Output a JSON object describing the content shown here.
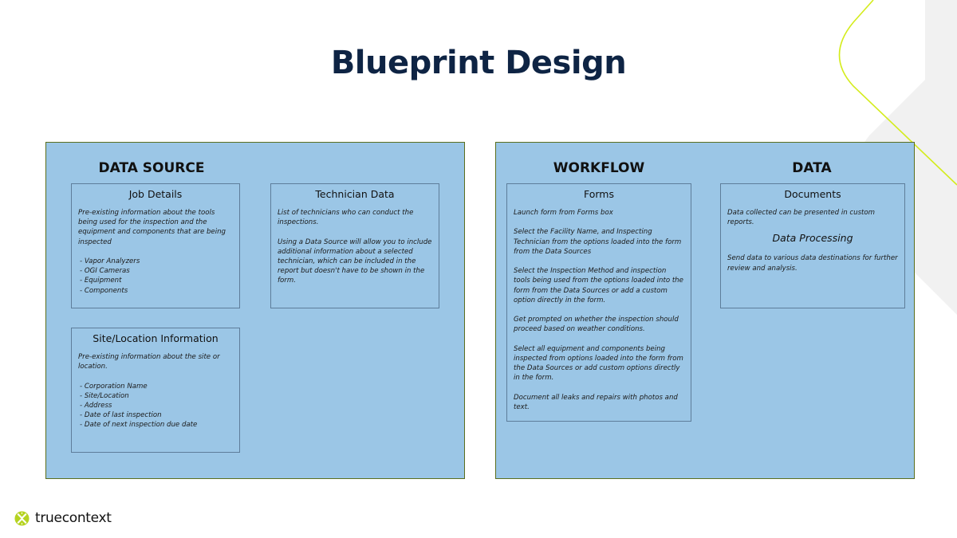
{
  "slide": {
    "title": "Blueprint Design",
    "colors": {
      "title": "#0e2444",
      "panel_fill": "#9bc6e6",
      "panel_border": "#5a6e1e",
      "card_border": "#5e7d9a",
      "accent_lime": "#d4ec1c",
      "deco_gray": "#f1f1f1"
    }
  },
  "data_source": {
    "heading": "DATA SOURCE",
    "job_details": {
      "title": "Job Details",
      "description": "Pre-existing information about the tools being used for the inspection and the equipment and components that are being inspected",
      "items": [
        "Vapor Analyzers",
        "OGI Cameras",
        "Equipment",
        "Components"
      ]
    },
    "technician_data": {
      "title": "Technician Data",
      "paragraphs": [
        "List of technicians who can conduct the inspections.",
        "Using a Data Source will allow you to include additional information about a selected technician, which can be included in the report but doesn't have to be shown in the form."
      ]
    },
    "site_location": {
      "title": "Site/Location Information",
      "description": "Pre-existing information about the site or location.",
      "items": [
        "Corporation Name",
        "Site/Location",
        "Address",
        "Date of last inspection",
        "Date of next inspection due date"
      ]
    }
  },
  "workflow": {
    "heading": "WORKFLOW",
    "forms": {
      "title": "Forms",
      "paragraphs": [
        "Launch form from Forms box",
        "Select the Facility Name, and Inspecting Technician from the options loaded into the form from the Data Sources",
        "Select the Inspection Method and inspection tools being used from the options loaded into the form from the Data Sources or add a custom option directly in the form.",
        "Get prompted on whether the inspection should proceed based on weather conditions.",
        "Select all equipment and components being inspected from options loaded into the form from the Data Sources or add custom options directly in the form.",
        "Document all leaks and repairs with photos and text."
      ]
    }
  },
  "data": {
    "heading": "DATA",
    "documents": {
      "title": "Documents",
      "description": "Data collected can be presented in custom reports.",
      "processing_title": "Data Processing",
      "processing_description": "Send data to various data destinations for further review and analysis."
    }
  },
  "footer": {
    "logo_text": "truecontext",
    "logo_icon": "truecontext-x-logo-icon"
  }
}
